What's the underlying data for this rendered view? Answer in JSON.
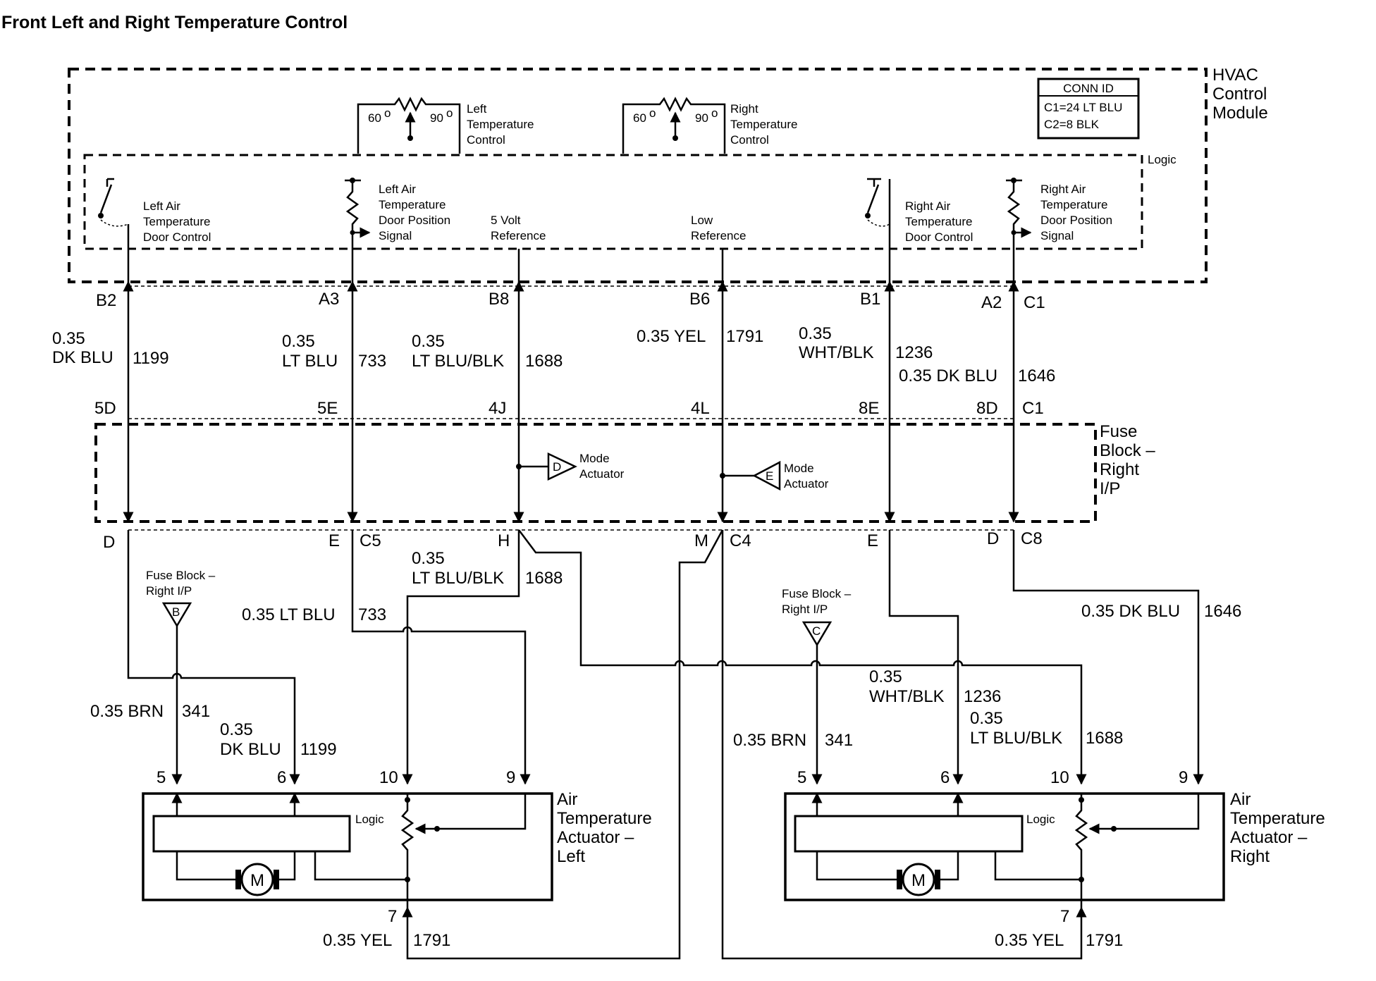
{
  "title": "Front Left and Right Temperature Control",
  "hvac_module": {
    "name": [
      "HVAC",
      "Control",
      "Module"
    ],
    "logic": "Logic"
  },
  "conn_id": {
    "header": "CONN ID",
    "c1": "C1=24 LT BLU",
    "c2": "C2=8 BLK"
  },
  "pots": {
    "left": {
      "lo": "60",
      "hi": "90",
      "label": [
        "Left",
        "Temperature",
        "Control"
      ]
    },
    "right": {
      "lo": "60",
      "hi": "90",
      "label": [
        "Right",
        "Temperature",
        "Control"
      ]
    }
  },
  "logic_labels": {
    "left_door_control": [
      "Left Air",
      "Temperature",
      "Door Control"
    ],
    "left_door_position": [
      "Left Air",
      "Temperature",
      "Door Position",
      "Signal"
    ],
    "five_volt": [
      "5 Volt",
      "Reference"
    ],
    "low_ref": [
      "Low",
      "Reference"
    ],
    "right_door_control": [
      "Right Air",
      "Temperature",
      "Door Control"
    ],
    "right_door_position": [
      "Right Air",
      "Temperature",
      "Door Position",
      "Signal"
    ]
  },
  "upper_pins": {
    "b2": "B2",
    "a3": "A3",
    "b8": "B8",
    "b6": "B6",
    "b1": "B1",
    "a2": "A2",
    "c1": "C1"
  },
  "upper_wires": {
    "w1199": {
      "gauge": "0.35",
      "color": "DK BLU",
      "circuit": "1199"
    },
    "w733": {
      "gauge": "0.35",
      "color": "LT BLU",
      "circuit": "733"
    },
    "w1688": {
      "gauge": "0.35",
      "color": "LT BLU/BLK",
      "circuit": "1688"
    },
    "w1791": {
      "label": "0.35 YEL",
      "circuit": "1791"
    },
    "w1236": {
      "gauge": "0.35",
      "color": "WHT/BLK",
      "circuit": "1236"
    },
    "w1646": {
      "label": "0.35 DK BLU",
      "circuit": "1646"
    }
  },
  "fuse_top_pins": {
    "p5d": "5D",
    "p5e": "5E",
    "p4j": "4J",
    "p4l": "4L",
    "p8e": "8E",
    "p8d": "8D",
    "c1": "C1"
  },
  "fuse_block": {
    "name": [
      "Fuse",
      "Block –",
      "Right",
      "I/P"
    ]
  },
  "mode_actuator": {
    "d": {
      "letter": "D",
      "label": [
        "Mode",
        "Actuator"
      ]
    },
    "e": {
      "letter": "E",
      "label": [
        "Mode",
        "Actuator"
      ]
    }
  },
  "fuse_bottom_pins": {
    "d": "D",
    "e": "E",
    "c5": "C5",
    "h": "H",
    "m": "M",
    "c4": "C4",
    "e2": "E",
    "d2": "D",
    "c8": "C8"
  },
  "fuse_refs": {
    "b": {
      "label": [
        "Fuse Block –",
        "Right I/P"
      ],
      "letter": "B"
    },
    "c": {
      "label": [
        "Fuse Block –",
        "Right I/P"
      ],
      "letter": "C"
    }
  },
  "lower_wires": {
    "l1688": {
      "gauge": "0.35",
      "color": "LT BLU/BLK",
      "circuit": "1688"
    },
    "l733": {
      "label": "0.35 LT BLU",
      "circuit": "733"
    },
    "l341": {
      "label": "0.35 BRN",
      "circuit": "341"
    },
    "l1199": {
      "gauge": "0.35",
      "color": "DK BLU",
      "circuit": "1199"
    },
    "r1646": {
      "label": "0.35 DK BLU",
      "circuit": "1646"
    },
    "r1236": {
      "gauge": "0.35",
      "color": "WHT/BLK",
      "circuit": "1236"
    },
    "r1688": {
      "gauge": "0.35",
      "color": "LT BLU/BLK",
      "circuit": "1688"
    },
    "r341": {
      "label": "0.35 BRN",
      "circuit": "341"
    },
    "l1791": {
      "label": "0.35 YEL",
      "circuit": "1791"
    },
    "r1791": {
      "label": "0.35 YEL",
      "circuit": "1791"
    }
  },
  "actuator_left": {
    "name": [
      "Air",
      "Temperature",
      "Actuator –",
      "Left"
    ],
    "pins": {
      "p5": "5",
      "p6": "6",
      "p10": "10",
      "p9": "9",
      "p7": "7"
    },
    "logic": "Logic",
    "motor": "M"
  },
  "actuator_right": {
    "name": [
      "Air",
      "Temperature",
      "Actuator –",
      "Right"
    ],
    "pins": {
      "p5": "5",
      "p6": "6",
      "p10": "10",
      "p9": "9",
      "p7": "7"
    },
    "logic": "Logic",
    "motor": "M"
  }
}
